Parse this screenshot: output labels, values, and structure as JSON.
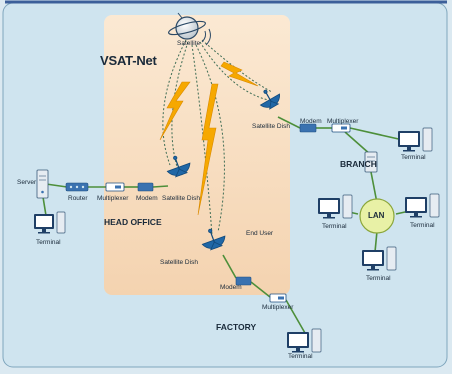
{
  "title": "VSAT-Net",
  "colors": {
    "canvas": "#cfe4ef",
    "panel": "#f7dcbd",
    "satellite_link": "#f6a800",
    "lan_hub": "#e8f1a6",
    "cable": "#4d8f3a",
    "dish": "#2067a6",
    "device": "#3a72b0",
    "computer": "#e6ecf2"
  },
  "sites": {
    "head_office": "HEAD OFFICE",
    "branch": "BRANCH",
    "factory": "FACTORY",
    "lan": "LAN"
  },
  "labels": {
    "satellite": "Satellite",
    "satellite_dish": "Satellite Dish",
    "modem": "Modem",
    "multiplexer": "Multiplexer",
    "router": "Router",
    "server": "Server",
    "terminal": "Terminal",
    "end_user": "End User"
  }
}
